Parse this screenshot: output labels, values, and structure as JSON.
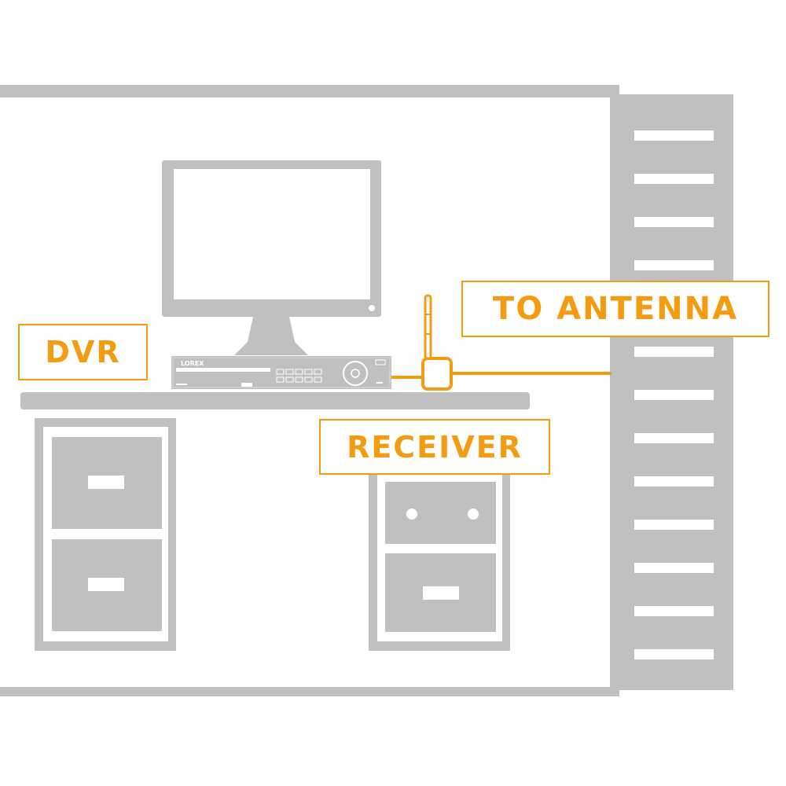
{
  "labels": {
    "dvr": "DVR",
    "receiver": "RECEIVER",
    "to_antenna": "TO ANTENNA"
  },
  "dvr_device": {
    "brand": "LOREX"
  },
  "colors": {
    "accent": "#f39c12",
    "furniture_gray": "#c0c0c0",
    "background": "#ffffff"
  },
  "icons": [
    "monitor-icon",
    "dvr-icon",
    "antenna-receiver-icon",
    "file-cabinet-icon",
    "drawer-unit-icon",
    "window-icon",
    "desk-icon"
  ]
}
